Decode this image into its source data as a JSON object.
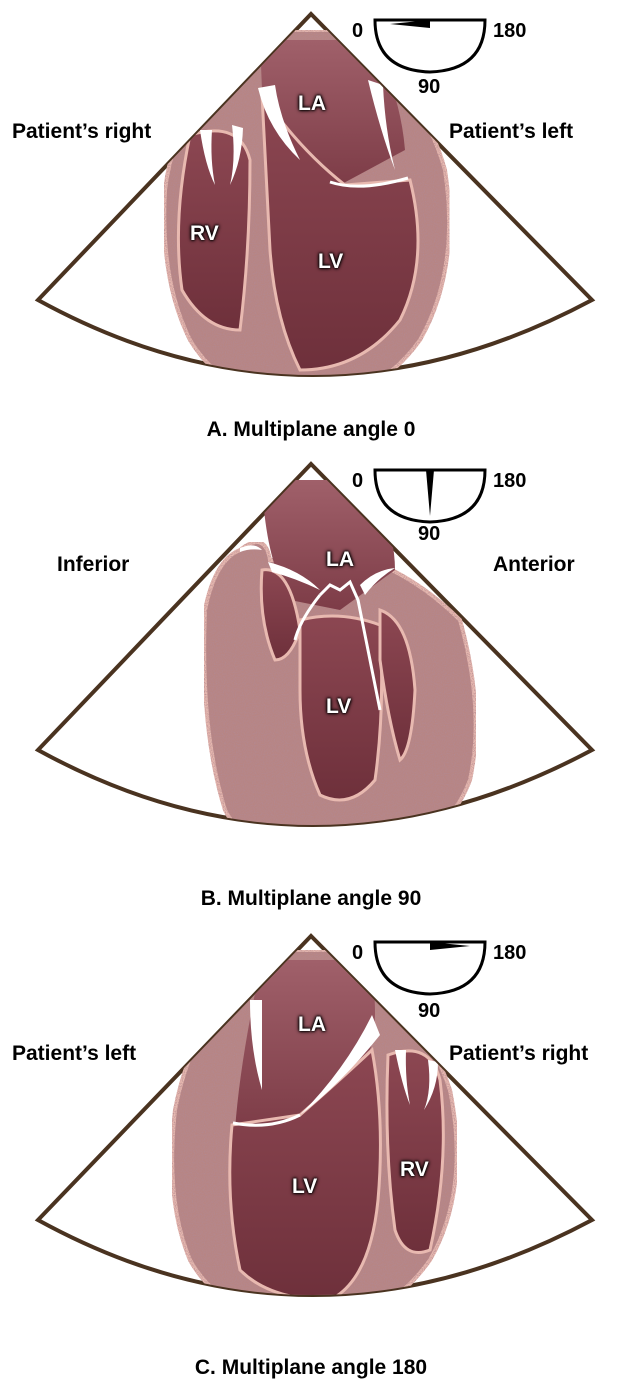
{
  "panels": [
    {
      "caption": "A. Multiplane angle 0",
      "left_label": "Patient’s right",
      "right_label": "Patient’s left",
      "dial": {
        "left": "0",
        "right": "180",
        "bottom": "90",
        "angle_deg": 0
      },
      "chambers": {
        "la": "LA",
        "lv": "LV",
        "rv": "RV"
      }
    },
    {
      "caption": "B. Multiplane angle 90",
      "left_label": "Inferior",
      "right_label": "Anterior",
      "dial": {
        "left": "0",
        "right": "180",
        "bottom": "90",
        "angle_deg": 90
      },
      "chambers": {
        "la": "LA",
        "lv": "LV"
      }
    },
    {
      "caption": "C. Multiplane angle 180",
      "left_label": "Patient’s left",
      "right_label": "Patient’s right",
      "dial": {
        "left": "0",
        "right": "180",
        "bottom": "90",
        "angle_deg": 180
      },
      "chambers": {
        "la": "LA",
        "lv": "LV",
        "rv": "RV"
      }
    }
  ],
  "colors": {
    "sector_outline": "#4a3320",
    "myocardium": "#b78584",
    "myocardium_edge": "#e8b9b0",
    "chamber": "#7a3a42",
    "chamber_dark": "#5c2630",
    "atrium": "#8e4a55",
    "valve": "#ffffff"
  }
}
